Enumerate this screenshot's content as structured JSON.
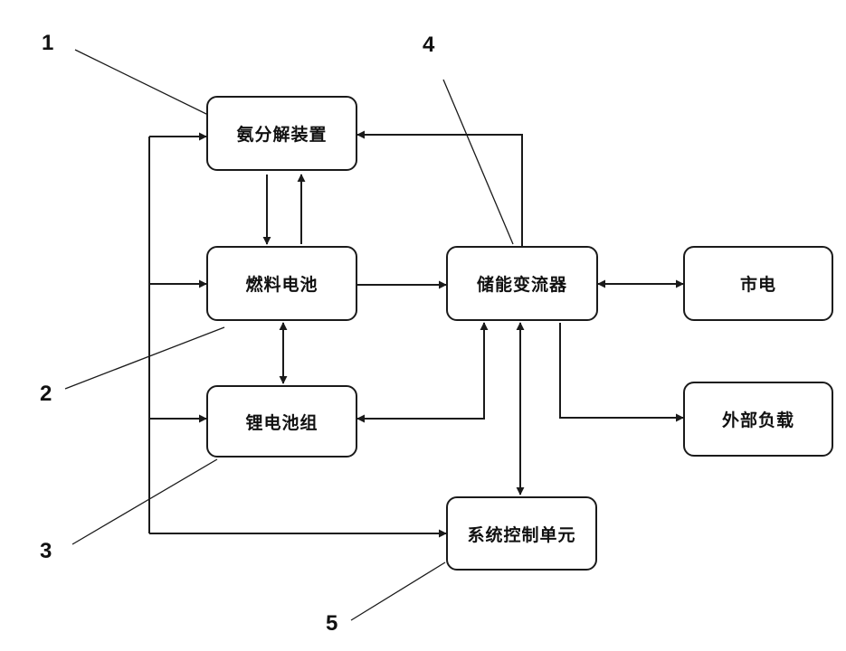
{
  "boxes": {
    "ammonia_decomposer": "氨分解装置",
    "fuel_cell": "燃料电池",
    "lithium_battery_pack": "锂电池组",
    "pcs": "储能变流器",
    "grid": "市电",
    "external_load": "外部负载",
    "control_unit": "系统控制单元"
  },
  "refs": {
    "r1": "1",
    "r2": "2",
    "r3": "3",
    "r4": "4",
    "r5": "5"
  },
  "colors": {
    "stroke": "#1a1a1a"
  }
}
